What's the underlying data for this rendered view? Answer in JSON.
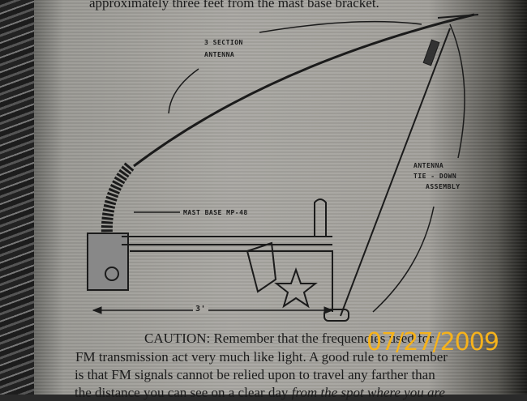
{
  "top_text": "approximately three feet from the mast base bracket.",
  "labels": {
    "antenna_line1": "3 SECTION",
    "antenna_line2": "ANTENNA",
    "mast_base": "MAST BASE  MP-48",
    "tiedown_line1": "ANTENNA",
    "tiedown_line2": "TIE - DOWN",
    "tiedown_line3": "ASSEMBLY",
    "distance": "3'"
  },
  "caution": {
    "line1": "CAUTION: Remember that the frequencies used for",
    "line2": "FM transmission act very much like light. A good rule to remember",
    "line3": "is that FM signals cannot be relied upon to travel any farther than",
    "line4_plain": "the distance you can see on a clear day ",
    "line4_italic": "from the spot where you are"
  },
  "date_stamp": "07/27/2009",
  "colors": {
    "date_stamp": "#f5b21c",
    "paper": "#a9a7a2",
    "ink": "#1b1b1b"
  }
}
